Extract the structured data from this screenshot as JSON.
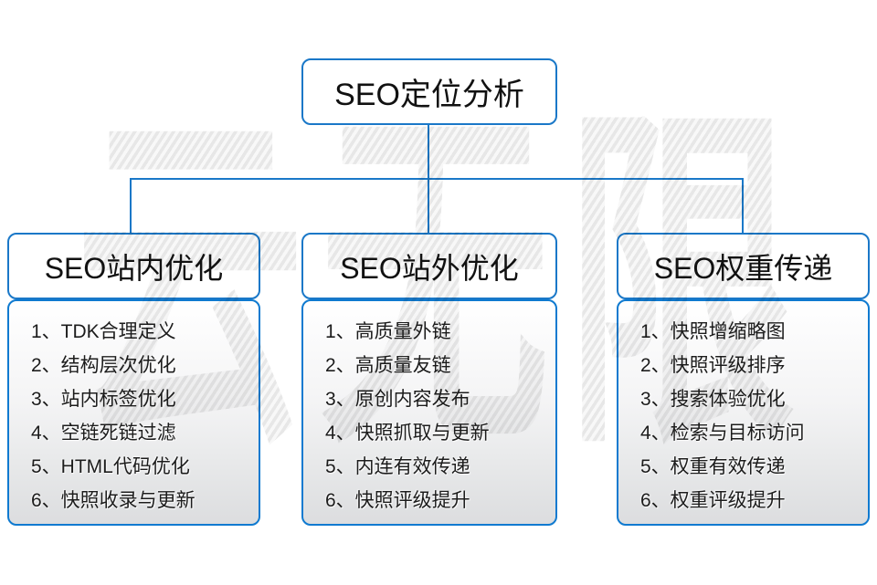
{
  "colors": {
    "accent_blue": "#1a78c8",
    "panel_border_blue": "#0f7ad0",
    "panel_gradient_bottom": "#dcdddf",
    "text_color": "#1c1c1c"
  },
  "watermark": {
    "text": "云无限"
  },
  "root": {
    "label": "SEO定位分析"
  },
  "columns": [
    {
      "header": "SEO站内优化",
      "items": [
        "1、TDK合理定义",
        "2、结构层次优化",
        "3、站内标签优化",
        "4、空链死链过滤",
        "5、HTML代码优化",
        "6、快照收录与更新"
      ]
    },
    {
      "header": "SEO站外优化",
      "items": [
        "1、高质量外链",
        "2、高质量友链",
        "3、原创内容发布",
        "4、快照抓取与更新",
        "5、内连有效传递",
        "6、快照评级提升"
      ]
    },
    {
      "header": "SEO权重传递",
      "items": [
        "1、快照增缩略图",
        "2、快照评级排序",
        "3、搜索体验优化",
        "4、检索与目标访问",
        "5、权重有效传递",
        "6、权重评级提升"
      ]
    }
  ]
}
